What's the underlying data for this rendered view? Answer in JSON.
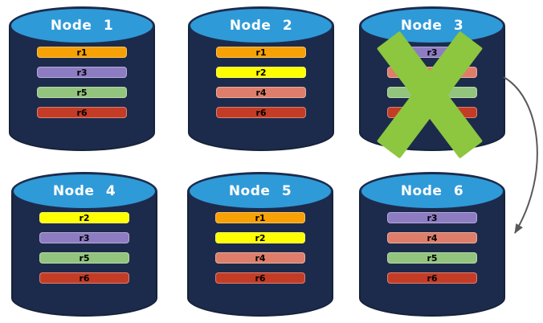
{
  "diagram": {
    "colors": {
      "cylinder_body": "#1C2B4C",
      "cylinder_border": "#152238",
      "cylinder_top": "#2F9AD8",
      "failure_x": "#8DC63F",
      "arrow": "#595959"
    },
    "nodes": [
      {
        "title": "Node 1",
        "failed": false,
        "replicas": [
          {
            "label": "r1",
            "color": "#F7A104"
          },
          {
            "label": "r3",
            "color": "#8E7CC3"
          },
          {
            "label": "r5",
            "color": "#93C47D"
          },
          {
            "label": "r6",
            "color": "#C43C26"
          }
        ]
      },
      {
        "title": "Node 2",
        "failed": false,
        "replicas": [
          {
            "label": "r1",
            "color": "#F7A104"
          },
          {
            "label": "r2",
            "color": "#FFFF00"
          },
          {
            "label": "r4",
            "color": "#DE7E6A"
          },
          {
            "label": "r6",
            "color": "#C43C26"
          }
        ]
      },
      {
        "title": "Node 3",
        "failed": true,
        "replicas": [
          {
            "label": "r3",
            "color": "#8E7CC3"
          },
          {
            "label": "r4",
            "color": "#DE7E6A"
          },
          {
            "label": "r5",
            "color": "#93C47D"
          },
          {
            "label": "r6",
            "color": "#C43C26"
          }
        ]
      },
      {
        "title": "Node 4",
        "failed": false,
        "replicas": [
          {
            "label": "r2",
            "color": "#FFFF00"
          },
          {
            "label": "r3",
            "color": "#8E7CC3"
          },
          {
            "label": "r5",
            "color": "#93C47D"
          },
          {
            "label": "r6",
            "color": "#C43C26"
          }
        ]
      },
      {
        "title": "Node 5",
        "failed": false,
        "replicas": [
          {
            "label": "r1",
            "color": "#F7A104"
          },
          {
            "label": "r2",
            "color": "#FFFF00"
          },
          {
            "label": "r4",
            "color": "#DE7E6A"
          },
          {
            "label": "r6",
            "color": "#C43C26"
          }
        ]
      },
      {
        "title": "Node 6",
        "failed": false,
        "replicas": [
          {
            "label": "r3",
            "color": "#8E7CC3"
          },
          {
            "label": "r4",
            "color": "#DE7E6A"
          },
          {
            "label": "r5",
            "color": "#93C47D"
          },
          {
            "label": "r6",
            "color": "#C43C26"
          }
        ]
      }
    ],
    "arrow": {
      "from": "Node 3",
      "to": "Node 6"
    }
  }
}
